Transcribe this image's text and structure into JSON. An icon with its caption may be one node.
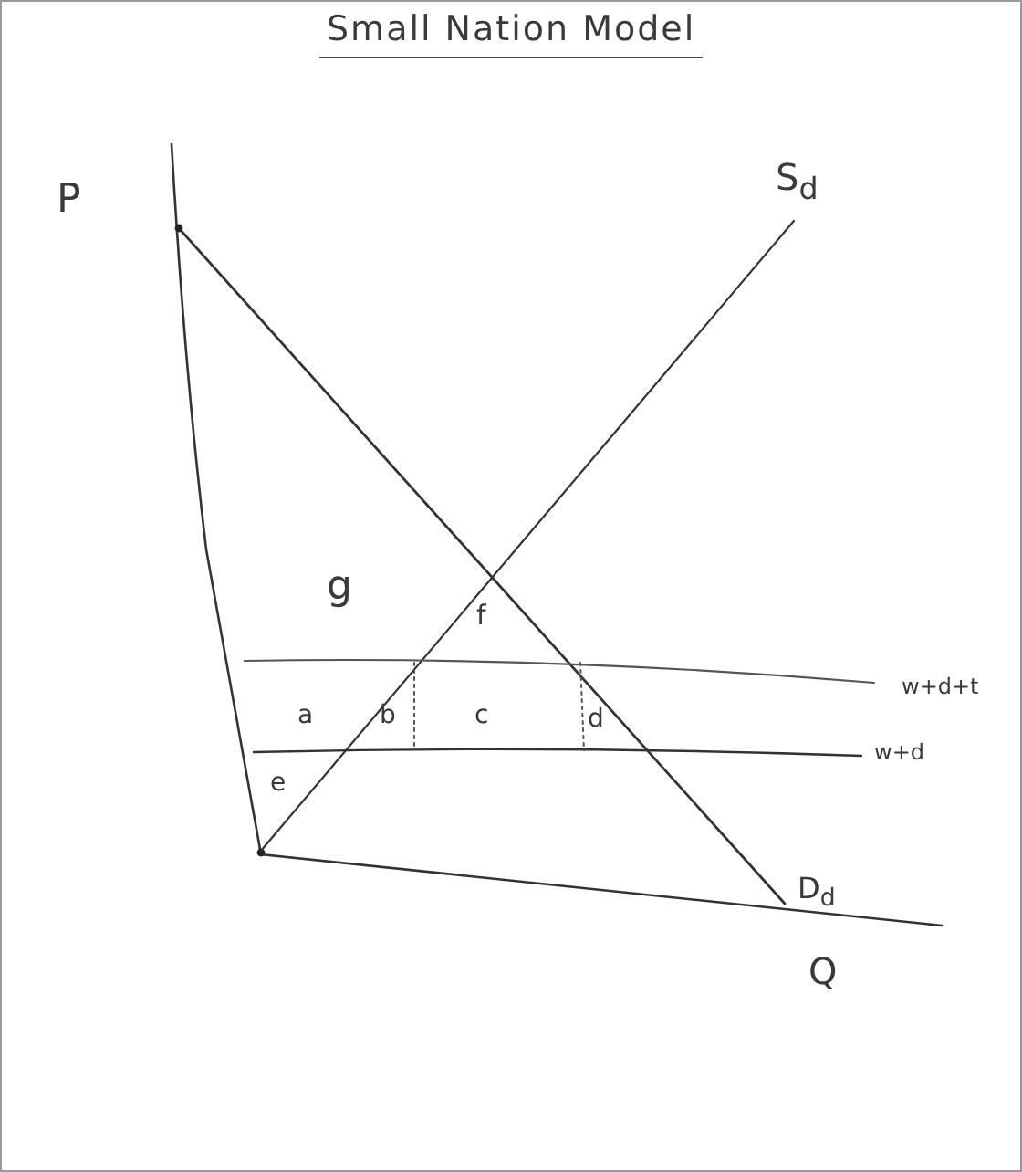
{
  "diagram": {
    "title": "Small Nation Model",
    "labels": [
      "P",
      "S$_{d}$",
      "g",
      "f",
      "w+d+t",
      "a",
      "b",
      "c",
      "d",
      "w+d",
      "e",
      "D$_{d}$",
      "Q"
    ]
  }
}
